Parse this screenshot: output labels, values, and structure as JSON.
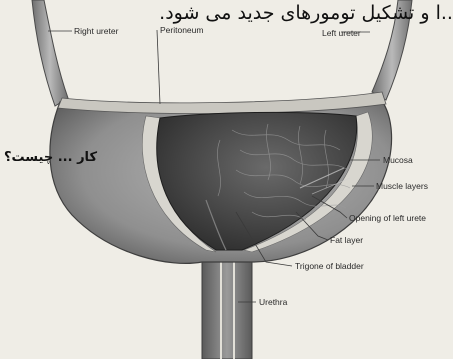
{
  "overlay": {
    "top_caption": "...ا و تشکیل تومورهای جدید می شود.",
    "side_caption": "کار ... چیست؟"
  },
  "labels": {
    "right_ureter": "Right ureter",
    "peritoneum": "Peritoneum",
    "left_ureter": "Left ureter",
    "mucosa": "Mucosa",
    "muscle_layers": "Muscle layers",
    "opening_left_ureter": "Opening of left urete",
    "fat_layer": "Fat layer",
    "trigone": "Trigone of bladder",
    "urethra": "Urethra"
  },
  "colors": {
    "background": "#efede6",
    "outer_wall": "#8f8f8f",
    "inner_cavity": "#3b3b3b",
    "fat_layer": "#d8d6cf"
  }
}
